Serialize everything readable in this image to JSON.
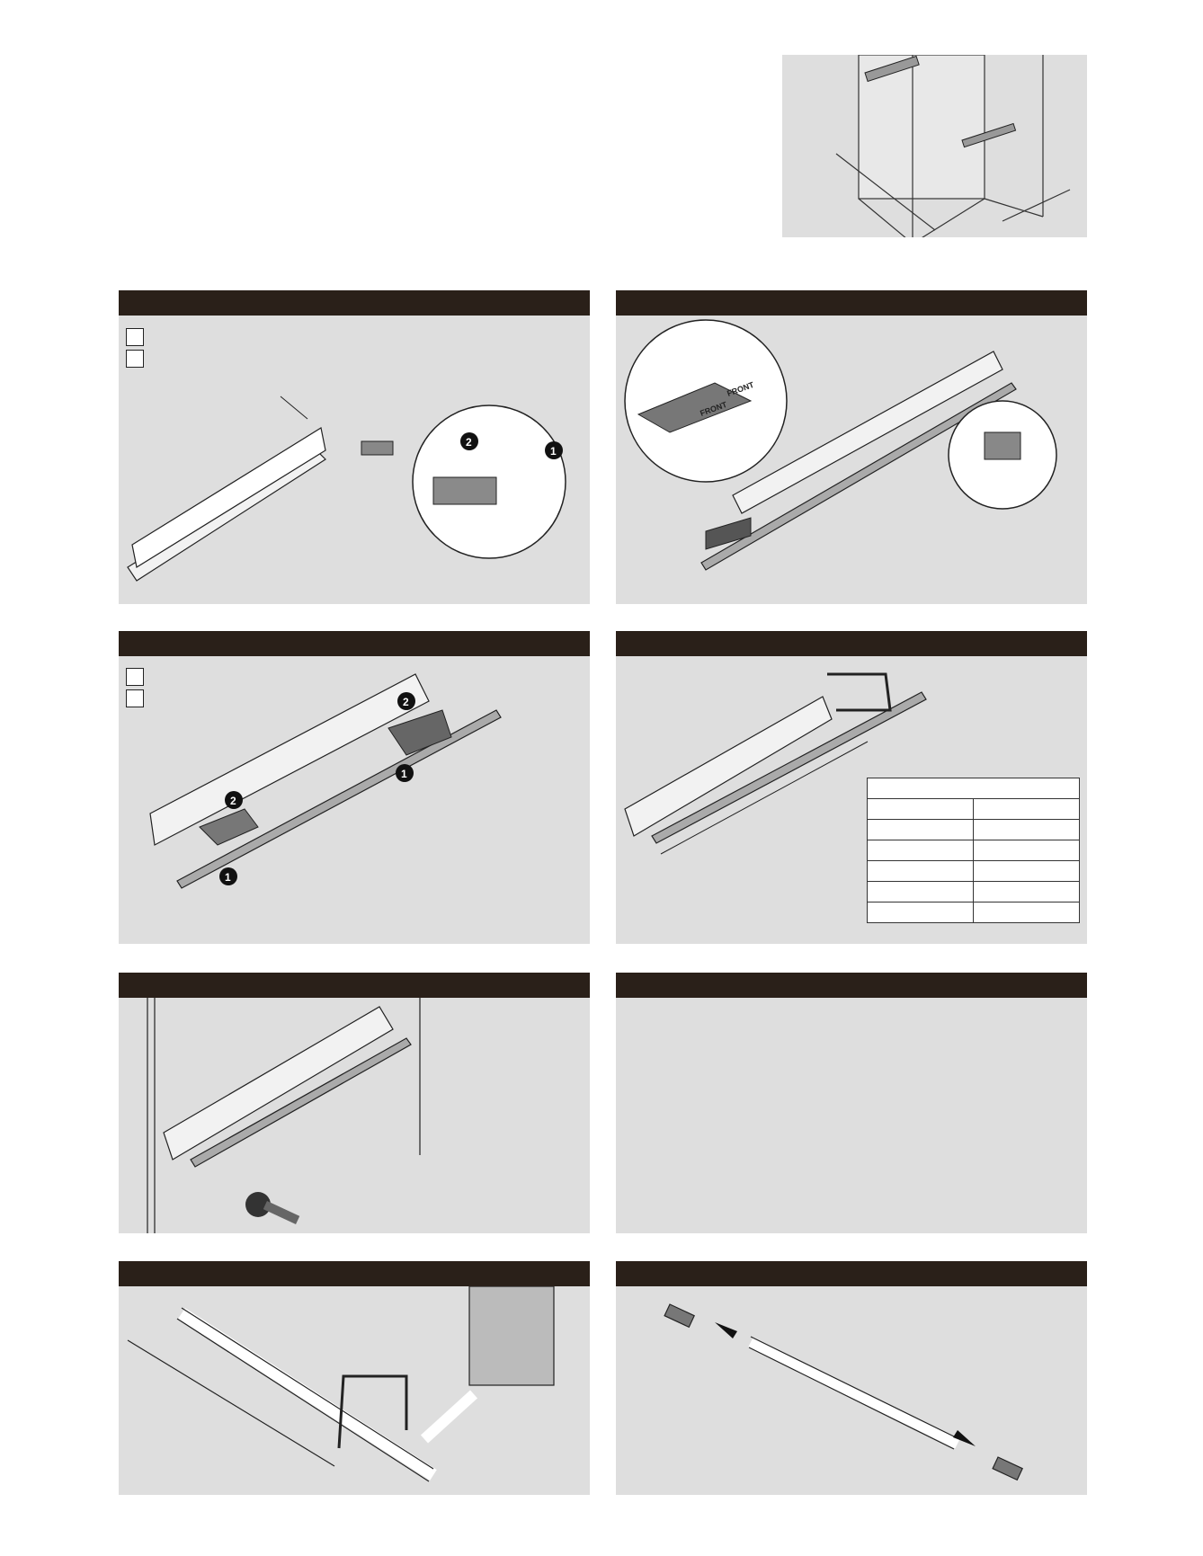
{
  "steps": {
    "badge_1": "1",
    "badge_2": "2"
  },
  "labels": {
    "front": "FRONT"
  },
  "colors": {
    "header": "#2a2019",
    "panel": "#dedede"
  }
}
